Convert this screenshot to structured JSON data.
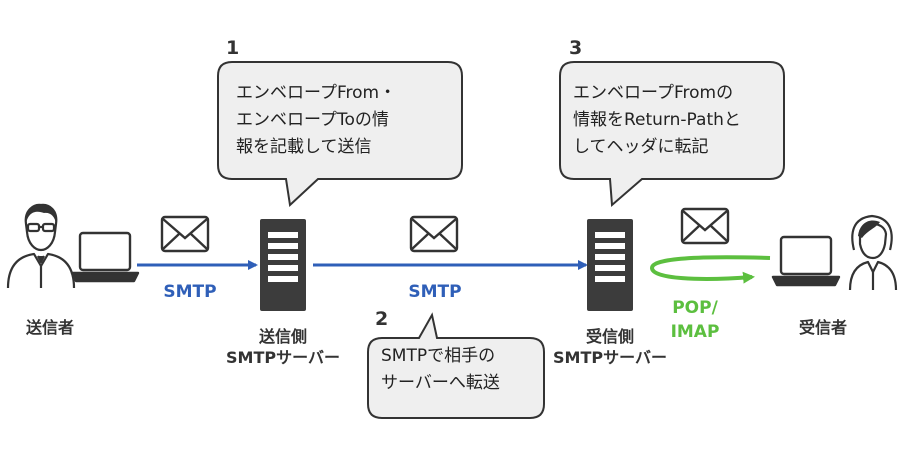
{
  "steps": [
    {
      "number": "1",
      "text": "エンベロープFrom・\nエンベロープToの情\n報を記載して送信"
    },
    {
      "number": "2",
      "text": "SMTPで相手の\nサーバーへ転送"
    },
    {
      "number": "3",
      "text": "エンベロープFromの\n情報をReturn-Pathと\nしてヘッダに転記"
    }
  ],
  "actors": {
    "sender": "送信者",
    "receiver": "受信者",
    "sending_server": "送信側\nSMTPサーバー",
    "receiving_server": "受信側\nSMTPサーバー"
  },
  "protocols": {
    "smtp_1": "SMTP",
    "smtp_2": "SMTP",
    "pop_imap": "POP/\nIMAP"
  },
  "colors": {
    "smtp_arrow": "#2f5fb8",
    "pop_arrow": "#5cbf3f",
    "bubble_fill": "#efefef",
    "icon": "#333333"
  },
  "icons": [
    "person-icon",
    "laptop-icon",
    "envelope-icon",
    "server-icon",
    "speech-bubble"
  ]
}
